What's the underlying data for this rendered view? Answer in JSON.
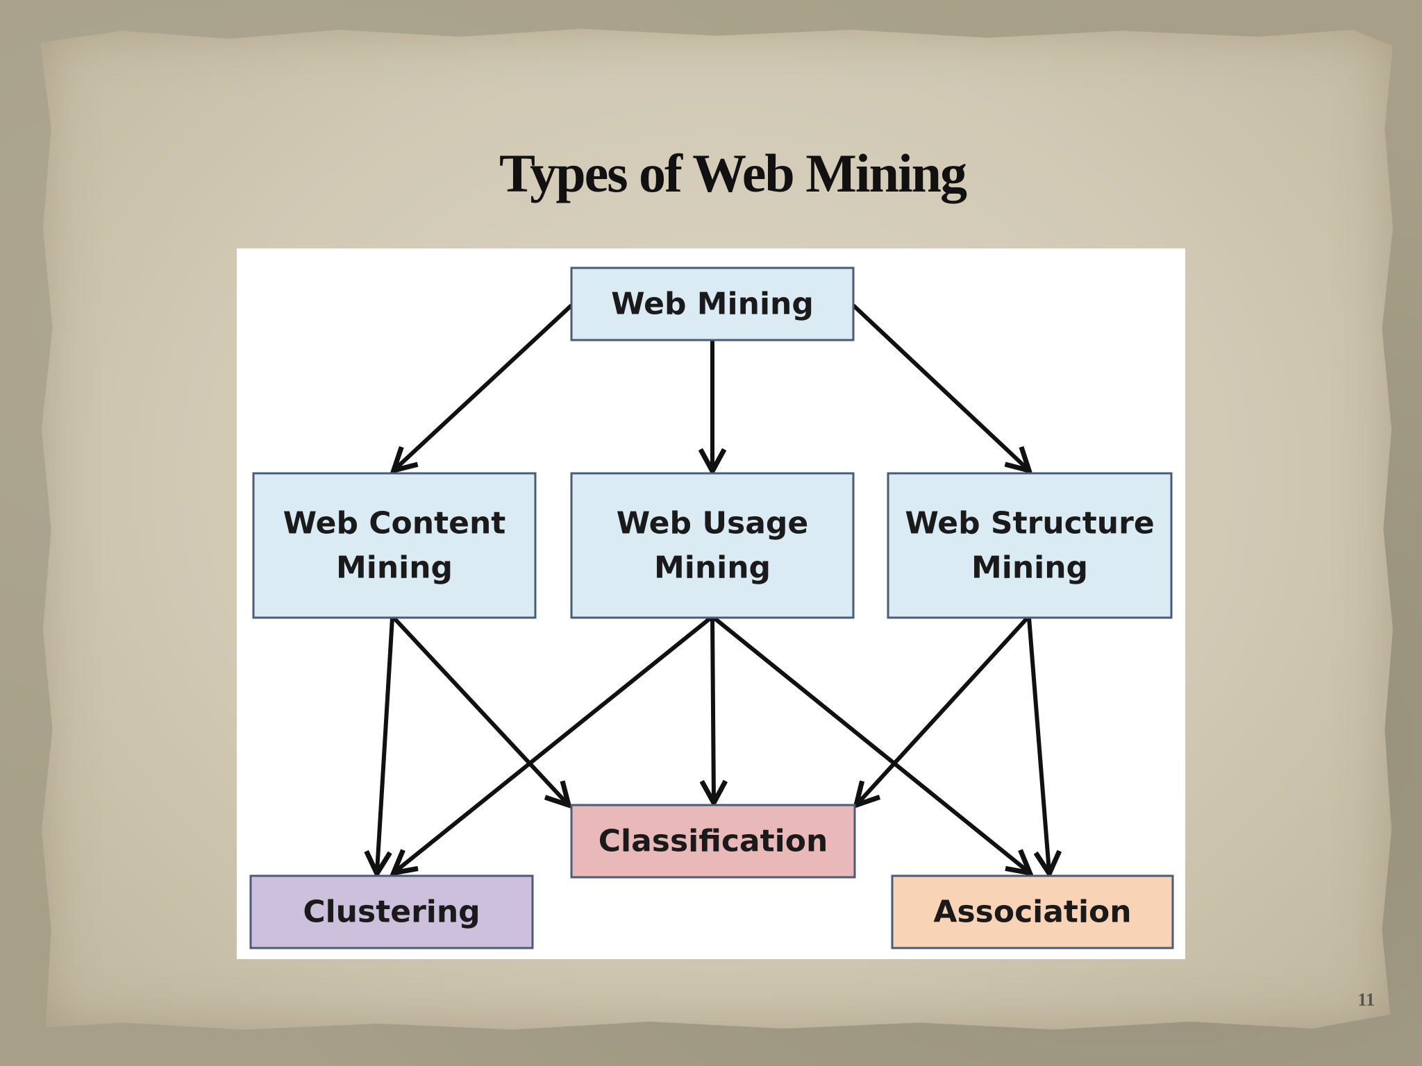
{
  "slide": {
    "title": "Types of Web Mining",
    "page_number": "11"
  },
  "diagram": {
    "nodes": [
      {
        "id": "web-mining",
        "lines": [
          "Web Mining"
        ],
        "fill": "#dbebf3"
      },
      {
        "id": "web-content-mining",
        "lines": [
          "Web Content",
          "Mining"
        ],
        "fill": "#dbebf3"
      },
      {
        "id": "web-usage-mining",
        "lines": [
          "Web Usage",
          "Mining"
        ],
        "fill": "#dbebf3"
      },
      {
        "id": "web-structure-mining",
        "lines": [
          "Web Structure",
          "Mining"
        ],
        "fill": "#dbebf3"
      },
      {
        "id": "classification",
        "lines": [
          "Classification"
        ],
        "fill": "#e8b9b8"
      },
      {
        "id": "clustering",
        "lines": [
          "Clustering"
        ],
        "fill": "#ccc0dc"
      },
      {
        "id": "association",
        "lines": [
          "Association"
        ],
        "fill": "#f9d3b5"
      }
    ],
    "edges": [
      {
        "from": "web-mining",
        "to": "web-content-mining"
      },
      {
        "from": "web-mining",
        "to": "web-usage-mining"
      },
      {
        "from": "web-mining",
        "to": "web-structure-mining"
      },
      {
        "from": "web-content-mining",
        "to": "clustering"
      },
      {
        "from": "web-content-mining",
        "to": "classification"
      },
      {
        "from": "web-usage-mining",
        "to": "clustering"
      },
      {
        "from": "web-usage-mining",
        "to": "classification"
      },
      {
        "from": "web-usage-mining",
        "to": "association"
      },
      {
        "from": "web-structure-mining",
        "to": "classification"
      },
      {
        "from": "web-structure-mining",
        "to": "association"
      }
    ],
    "border_color": "#4a5b78",
    "arrow_color": "#111111"
  }
}
